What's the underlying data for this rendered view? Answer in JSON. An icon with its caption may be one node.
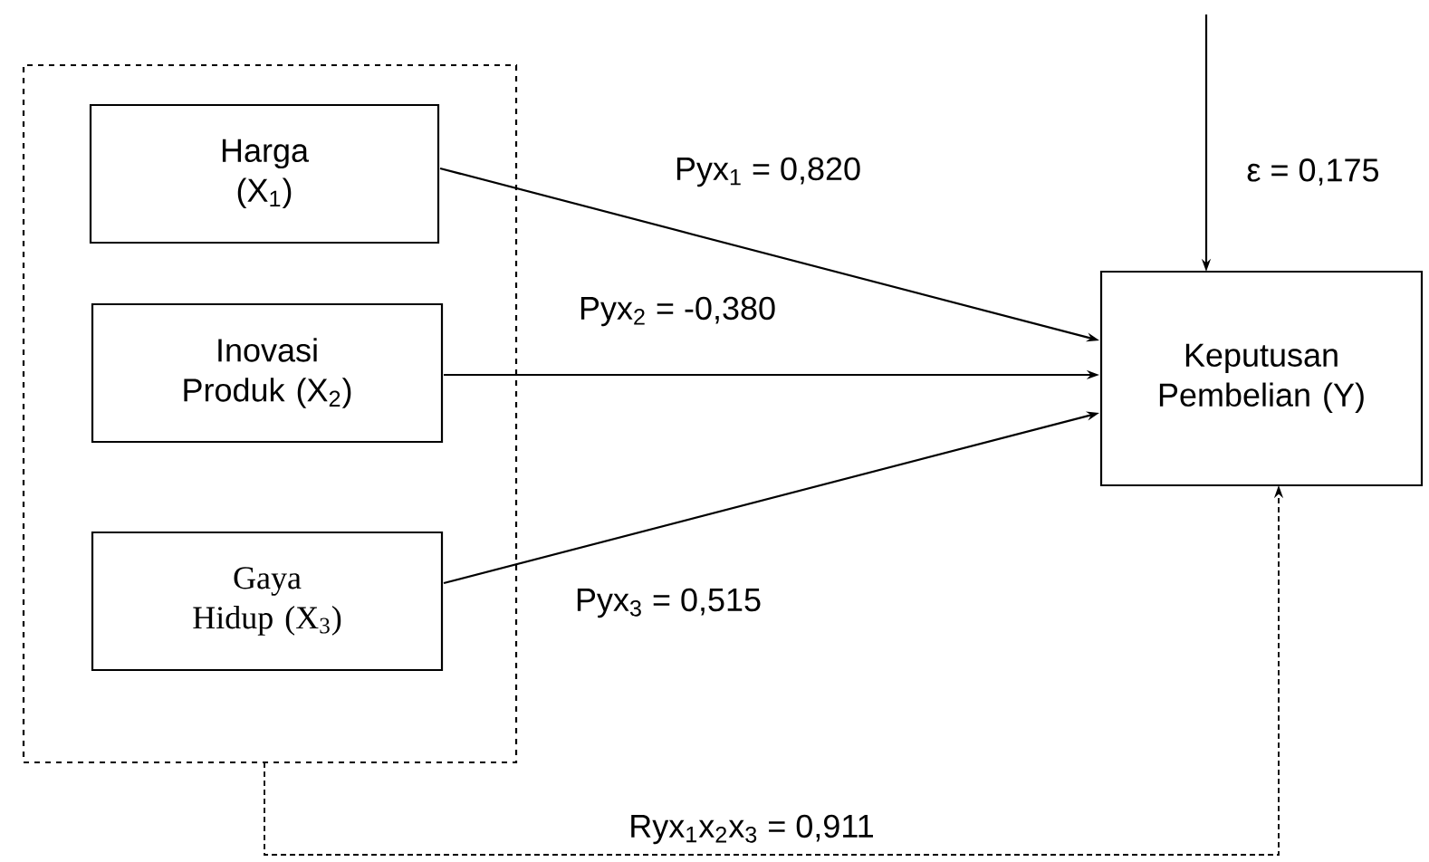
{
  "diagram": {
    "nodes": [
      {
        "text": [],
        "shape": "box"
      },
      {
        "text": [
          "Harga (X$_{1}$)"
        ],
        "in": 0
      },
      {
        "text": [
          "Inovasi Produk (X$_{2}$)"
        ],
        "in": 0
      },
      {
        "text": [
          "Gaya Hidup (X$_{3}$)"
        ],
        "in": 0
      },
      {
        "text": [
          "Keputusan Pembelian (Y)"
        ]
      }
    ],
    "edges": [
      {
        "from": 1,
        "to": 4,
        "arrow": "to",
        "label": "Pyx$_{1}$ = 0,820"
      },
      {
        "from": 2,
        "to": 4,
        "arrow": "to",
        "label": "Pyx$_{2}$ = -0,380"
      },
      {
        "from": 3,
        "to": 4,
        "arrow": "to",
        "label": "Pyx$_{3}$ = 0,515"
      },
      {
        "from": null,
        "to": 4,
        "arrow": "to",
        "label": "ε = 0,175"
      },
      {
        "from": 0,
        "to": 4,
        "arrow": "to",
        "style": "dashed",
        "label": "Ryx$_{1}$x$_{2}$x$_{3}$ = 0,911"
      }
    ]
  }
}
